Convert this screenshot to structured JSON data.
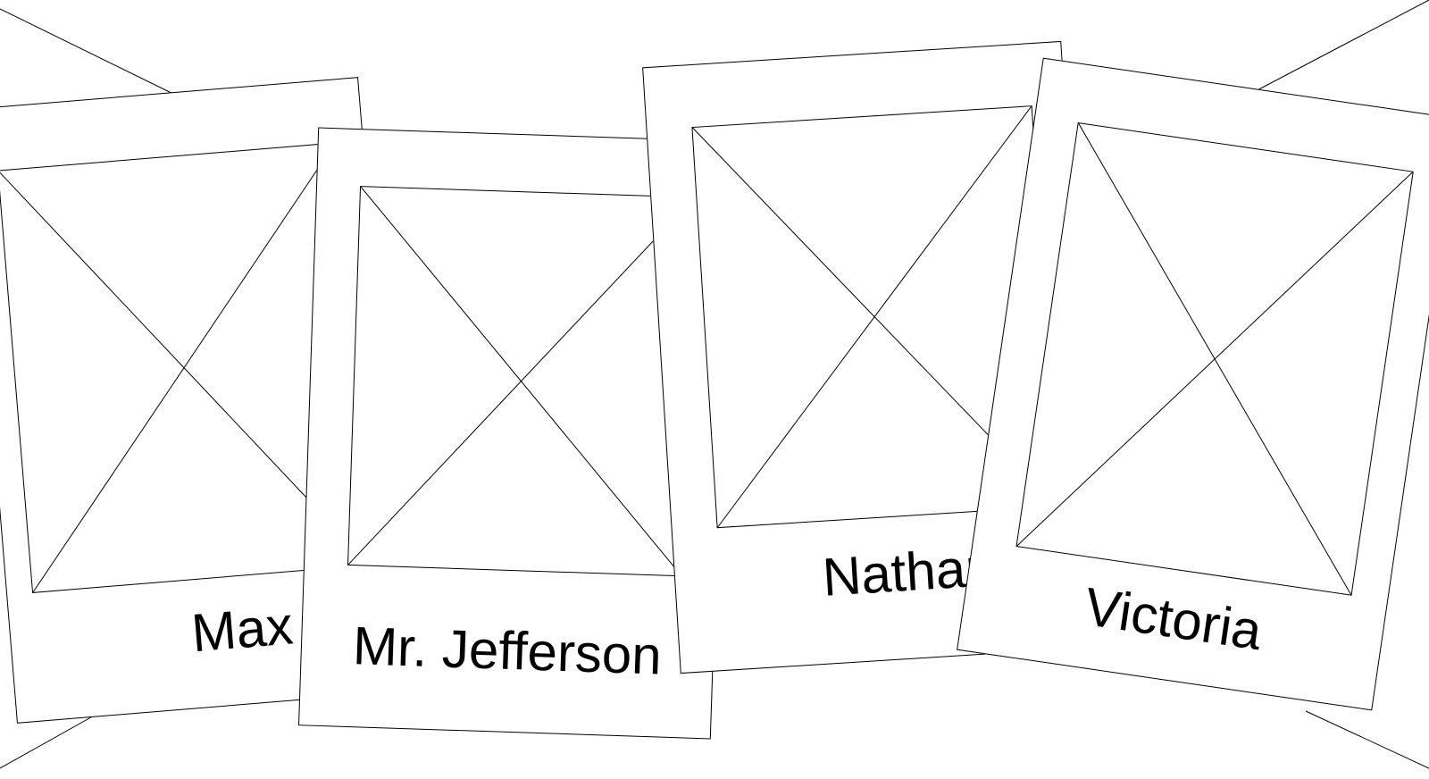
{
  "cards": [
    {
      "name": "Max",
      "image_icon": "image-placeholder-icon"
    },
    {
      "name": "Mr. Jefferson",
      "image_icon": "image-placeholder-icon"
    },
    {
      "name": "Nathan",
      "image_icon": "image-placeholder-icon"
    },
    {
      "name": "Victoria",
      "image_icon": "image-placeholder-icon"
    }
  ],
  "colors": {
    "background": "#ffffff",
    "stroke": "#000000",
    "text": "#000000"
  }
}
